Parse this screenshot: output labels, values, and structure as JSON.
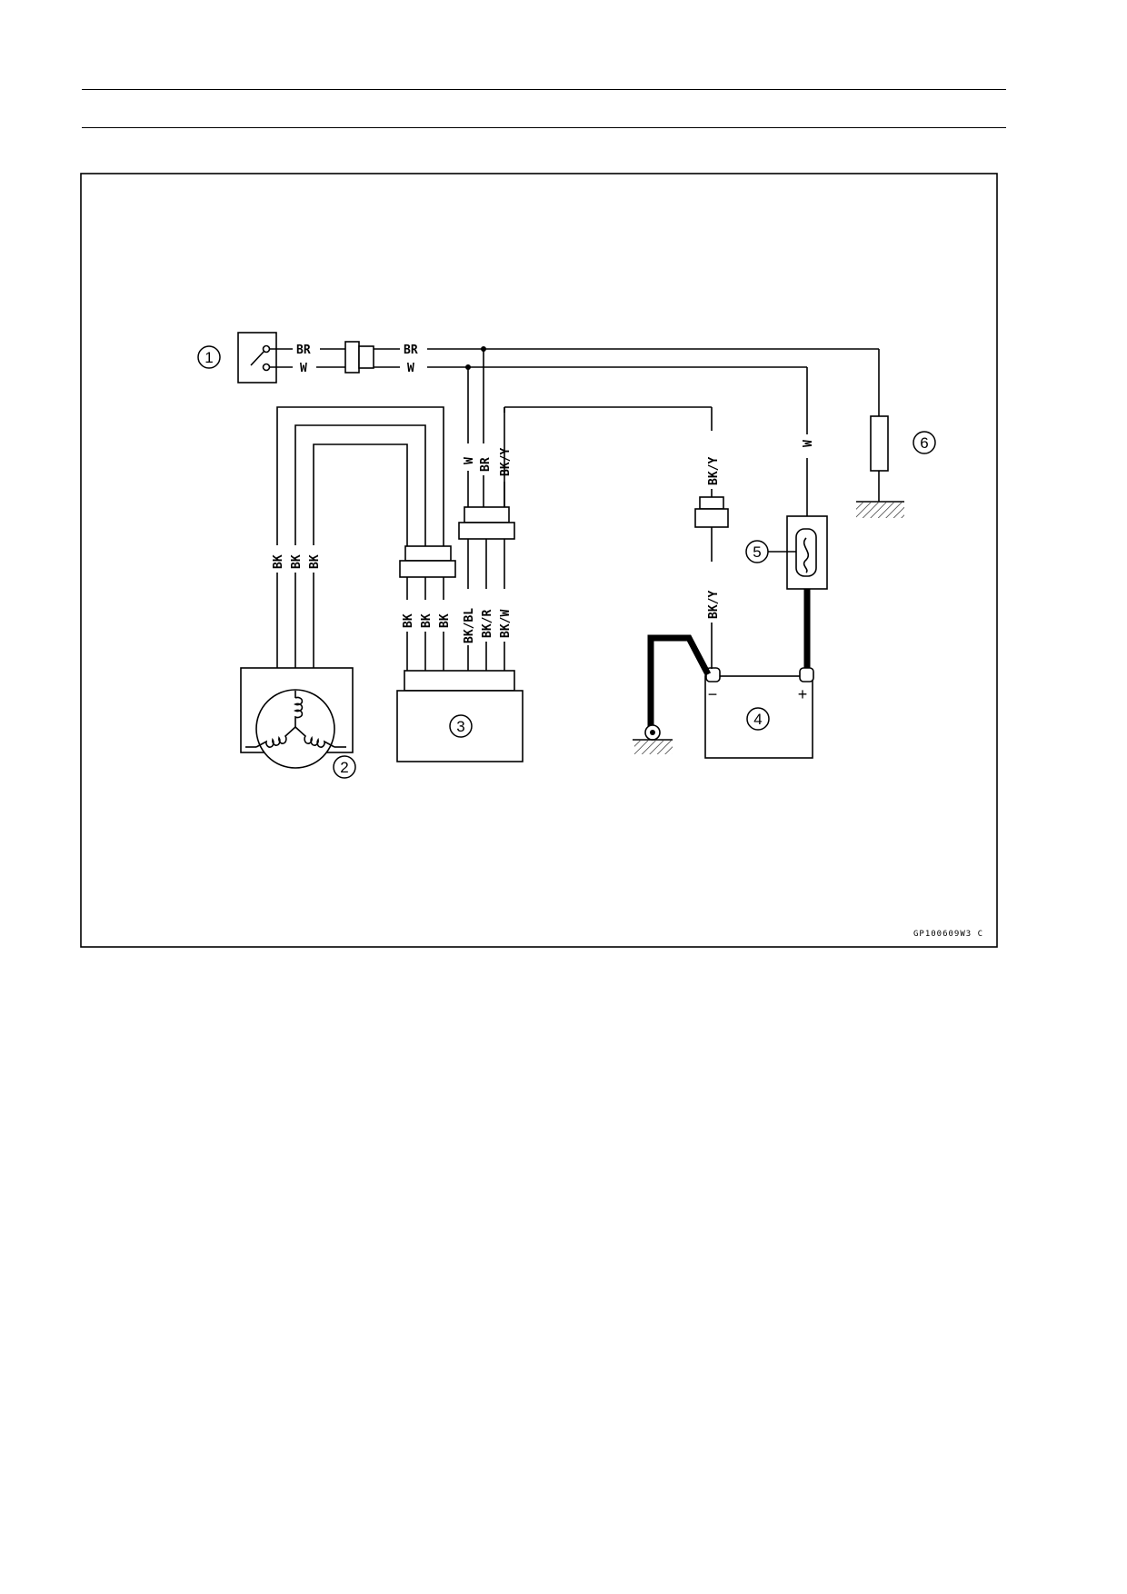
{
  "diagram": {
    "reference": "GP100609W3 C",
    "callouts": [
      "1",
      "2",
      "3",
      "4",
      "5",
      "6"
    ],
    "wires": {
      "br": "BR",
      "w": "W",
      "bk": "BK",
      "bk_y": "BK/Y",
      "bk_bl": "BK/BL",
      "bk_r": "BK/R",
      "bk_w": "BK/W"
    },
    "battery": {
      "minus": "−",
      "plus": "+"
    }
  }
}
